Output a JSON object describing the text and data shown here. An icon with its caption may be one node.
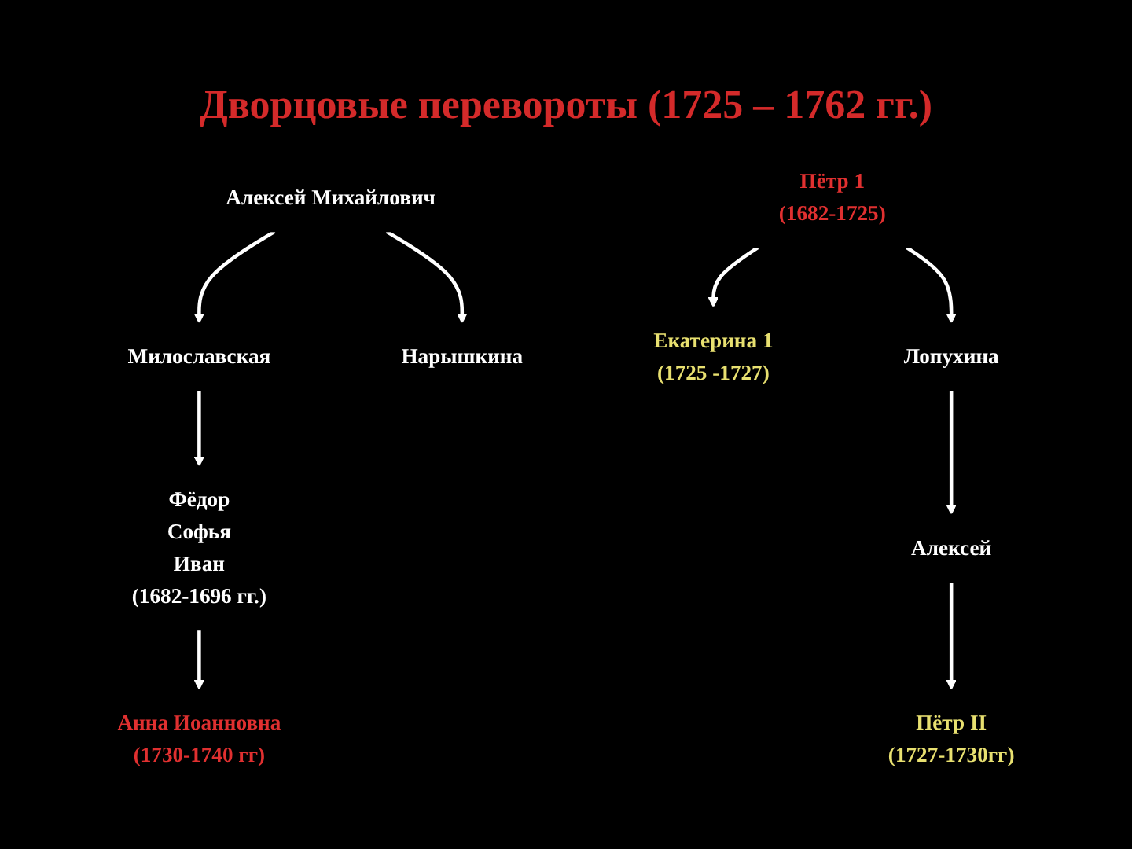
{
  "diagram": {
    "title": "Дворцовые перевороты (1725 – 1762 гг.)",
    "nodes": [
      {
        "text": [
          "Милославская"
        ]
      },
      {
        "text": [
          "Алексей Михайлович"
        ]
      },
      {
        "text": [
          "Нарышкина"
        ]
      },
      {
        "text": [
          "Фёдор",
          "Софья",
          "Иван",
          "(1682-1696 гг.)"
        ]
      },
      {
        "text": [
          "Анна Иоанновна",
          "(1730-1740 гг)"
        ]
      },
      {
        "text": [
          "Екатерина 1",
          "(1725 -1727)"
        ]
      },
      {
        "text": [
          "Пётр 1",
          "(1682-1725)"
        ]
      },
      {
        "text": [
          "Лопухина"
        ]
      },
      {
        "text": [
          "Алексей"
        ]
      },
      {
        "text": [
          "Пётр II",
          "(1727-1730гг)"
        ]
      }
    ],
    "edges": [
      {
        "from": 1,
        "to": 0,
        "arrow": "to"
      },
      {
        "from": 1,
        "to": 2,
        "arrow": "to"
      },
      {
        "from": 0,
        "to": 3,
        "arrow": "to"
      },
      {
        "from": 3,
        "to": 4,
        "arrow": "to"
      },
      {
        "from": 6,
        "to": 5,
        "arrow": "to"
      },
      {
        "from": 6,
        "to": 7,
        "arrow": "to"
      },
      {
        "from": 7,
        "to": 8,
        "arrow": "to"
      },
      {
        "from": 8,
        "to": 9,
        "arrow": "to"
      }
    ]
  }
}
